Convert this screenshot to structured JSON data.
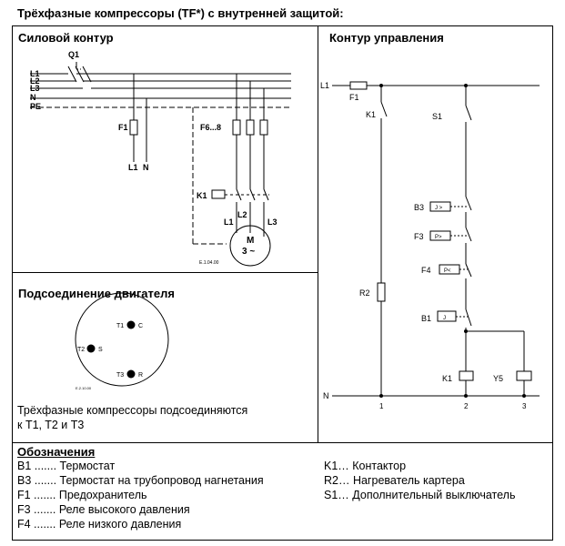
{
  "title": "Трёхфазные компрессоры (TF*) с внутренней защитой:",
  "power_circuit": {
    "heading": "Силовой контур",
    "q1": "Q1",
    "lines": [
      "L1",
      "L2",
      "L3",
      "N",
      "PE"
    ],
    "f1": "F1",
    "f1_outputs": [
      "L1",
      "N"
    ],
    "f68": "F6...8",
    "k1": "K1",
    "motor_phases": [
      "L1",
      "L2",
      "L3"
    ],
    "motor": "M",
    "motor_sub": "3 ~",
    "code": "E.1.04.00"
  },
  "motor_connection": {
    "heading": "Подсоединение двигателя",
    "terminals": [
      {
        "name": "T1",
        "label": "C"
      },
      {
        "name": "T2",
        "label": "S"
      },
      {
        "name": "T3",
        "label": "R"
      }
    ],
    "code": "E.2.10.00",
    "text_line1": "Трёхфазные компрессоры подсоединяются",
    "text_line2": "к T1, T2 и T3"
  },
  "control_circuit": {
    "heading": "Контур управления",
    "l1": "L1",
    "f1": "F1",
    "k1": "K1",
    "s1": "S1",
    "b3": "B3",
    "f3": "F3",
    "f4": "F4",
    "r2": "R2",
    "b1": "B1",
    "n": "N",
    "k1_coil": "K1",
    "y5": "Y5",
    "nodes": [
      "1",
      "2",
      "3"
    ]
  },
  "legend": {
    "heading": "Обозначения",
    "left": [
      "B1 ....... Термостат",
      "B3 ....... Термостат на трубопровод нагнетания",
      "F1 ....... Предохранитель",
      "F3 ....... Реле высокого давления",
      "F4 ....... Реле низкого давления"
    ],
    "right": [
      "K1… Контактор",
      "R2… Нагреватель картера",
      "S1… Дополнительный выключатель"
    ]
  }
}
